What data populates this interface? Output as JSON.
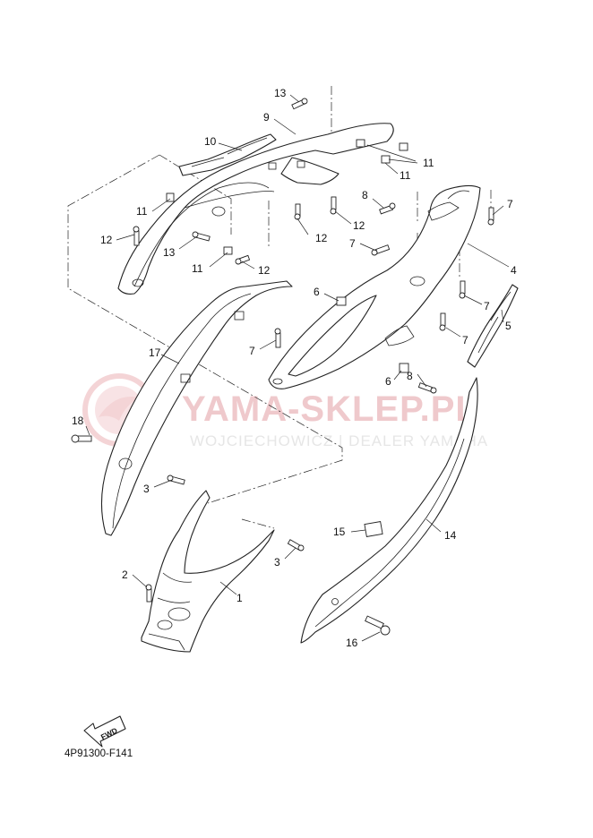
{
  "watermark": {
    "brand": "YAMA-SKLEP.PL",
    "dealer": "WOJCIECHOWICZ | DEALER YAMAHA",
    "colors": {
      "brand": "#efc9cc",
      "dealer": "#e6e6e6",
      "logo": "#f3cdd0"
    }
  },
  "fwd_label": "FWD",
  "diagram_code": "4P91300-F141",
  "callouts": [
    {
      "id": "c13a",
      "label": "13"
    },
    {
      "id": "c9",
      "label": "9"
    },
    {
      "id": "c10",
      "label": "10"
    },
    {
      "id": "c11a",
      "label": "11"
    },
    {
      "id": "c11b",
      "label": "11"
    },
    {
      "id": "c11c",
      "label": "11"
    },
    {
      "id": "c11d",
      "label": "11"
    },
    {
      "id": "c12a",
      "label": "12"
    },
    {
      "id": "c12b",
      "label": "12"
    },
    {
      "id": "c12c",
      "label": "12"
    },
    {
      "id": "c12d",
      "label": "12"
    },
    {
      "id": "c13b",
      "label": "13"
    },
    {
      "id": "c8a",
      "label": "8"
    },
    {
      "id": "c7a",
      "label": "7"
    },
    {
      "id": "c7b",
      "label": "7"
    },
    {
      "id": "c4",
      "label": "4"
    },
    {
      "id": "c6a",
      "label": "6"
    },
    {
      "id": "c7c",
      "label": "7"
    },
    {
      "id": "c5",
      "label": "5"
    },
    {
      "id": "c7d",
      "label": "7"
    },
    {
      "id": "c17",
      "label": "17"
    },
    {
      "id": "c7e",
      "label": "7"
    },
    {
      "id": "c6b",
      "label": "6"
    },
    {
      "id": "c8b",
      "label": "8"
    },
    {
      "id": "c18",
      "label": "18"
    },
    {
      "id": "c3a",
      "label": "3"
    },
    {
      "id": "c15",
      "label": "15"
    },
    {
      "id": "c14",
      "label": "14"
    },
    {
      "id": "c3b",
      "label": "3"
    },
    {
      "id": "c2",
      "label": "2"
    },
    {
      "id": "c1",
      "label": "1"
    },
    {
      "id": "c16",
      "label": "16"
    }
  ]
}
